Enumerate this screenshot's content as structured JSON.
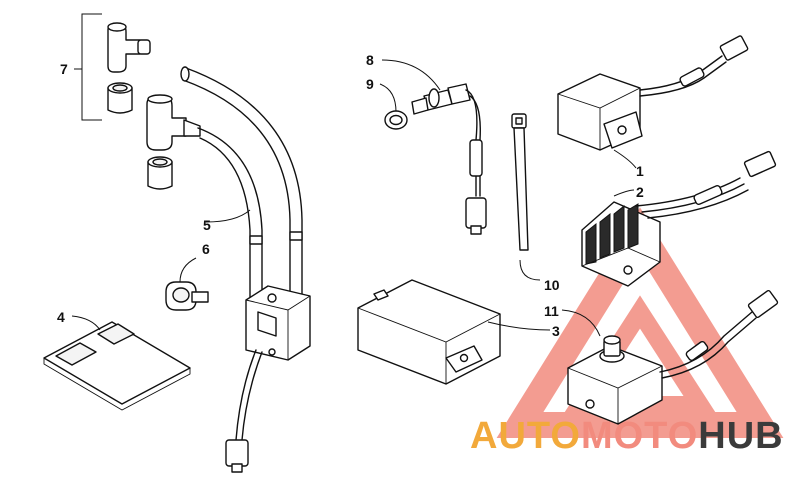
{
  "callouts": [
    {
      "id": "1",
      "label": "1"
    },
    {
      "id": "2",
      "label": "2"
    },
    {
      "id": "3",
      "label": "3"
    },
    {
      "id": "4",
      "label": "4"
    },
    {
      "id": "5",
      "label": "5"
    },
    {
      "id": "6",
      "label": "6"
    },
    {
      "id": "7",
      "label": "7"
    },
    {
      "id": "8",
      "label": "8"
    },
    {
      "id": "9",
      "label": "9"
    },
    {
      "id": "10",
      "label": "10"
    },
    {
      "id": "11",
      "label": "11"
    }
  ],
  "watermark": {
    "part1": "AUTO",
    "part2": "MOTO",
    "part3": "HUB",
    "color_primary": "#f28b7e",
    "color_secondary": "#f2a93b",
    "color_dark": "#3b3b3b"
  }
}
